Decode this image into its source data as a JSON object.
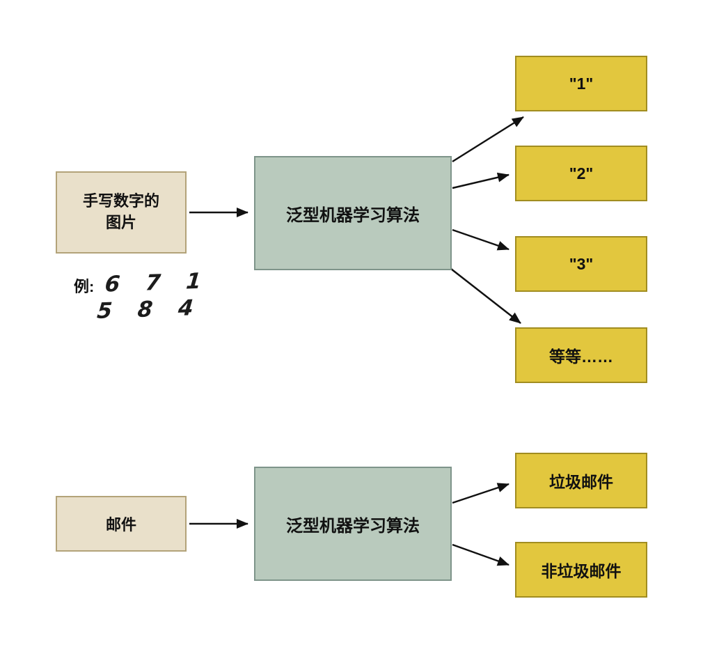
{
  "colors": {
    "input_fill": "#e9e0ca",
    "input_border": "#b3a379",
    "process_fill": "#b9cabd",
    "process_border": "#7e948a",
    "output_fill": "#e2c73e",
    "output_border": "#a18d20",
    "arrow": "#111111",
    "background": "#ffffff"
  },
  "diagram1": {
    "input_label": "手写数字的图片",
    "example_label": "例:",
    "digits_rows": [
      "6 7 1",
      "5 8 4"
    ],
    "process_label": "泛型机器学习算法",
    "outputs": [
      "\"1\"",
      "\"2\"",
      "\"3\"",
      "等等……"
    ]
  },
  "diagram2": {
    "input_label": "邮件",
    "process_label": "泛型机器学习算法",
    "outputs": [
      "垃圾邮件",
      "非垃圾邮件"
    ]
  }
}
